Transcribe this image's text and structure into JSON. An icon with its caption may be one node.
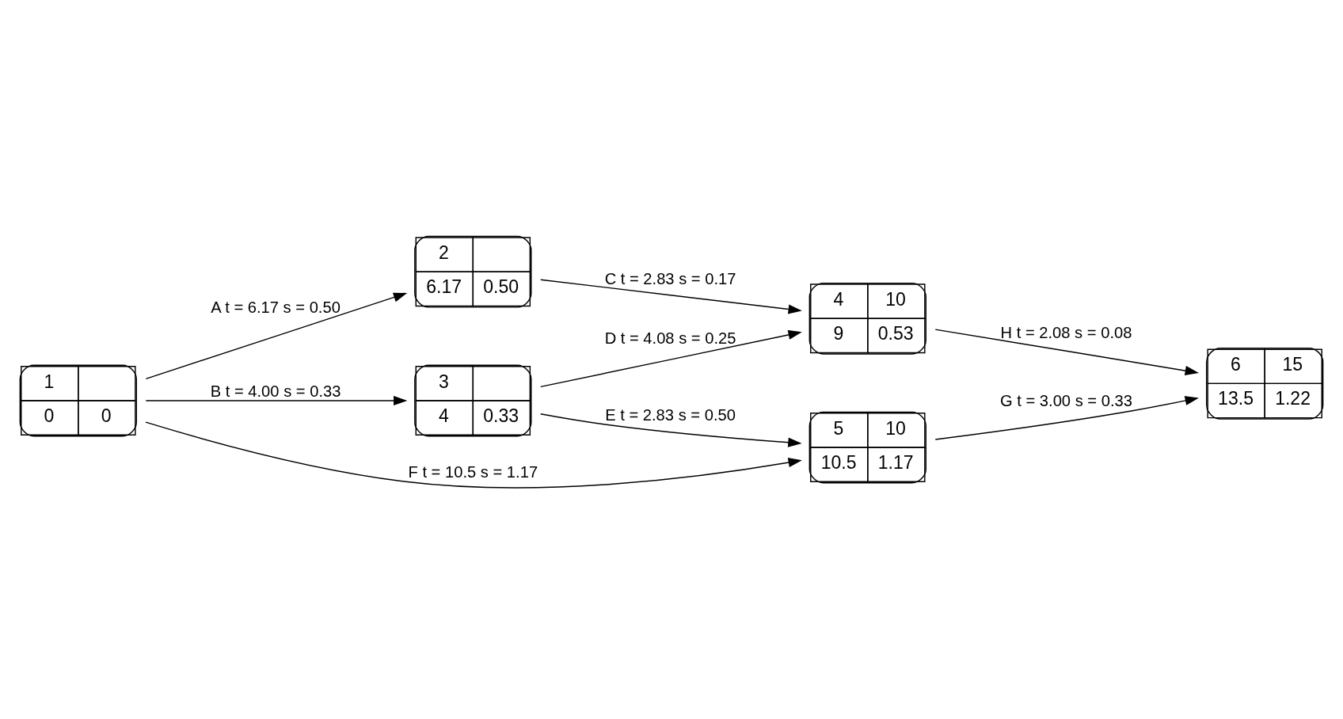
{
  "diagram": {
    "nodes": [
      {
        "text": [
          "1",
          "0",
          "0"
        ]
      },
      {
        "text": [
          "2",
          "6.17",
          "0.50"
        ]
      },
      {
        "text": [
          "3",
          "4",
          "0.33"
        ]
      },
      {
        "text": [
          "4",
          "10",
          "9",
          "0.53"
        ]
      },
      {
        "text": [
          "5",
          "10",
          "10.5",
          "1.17"
        ]
      },
      {
        "text": [
          "6",
          "15",
          "13.5",
          "1.22"
        ]
      }
    ],
    "edges": [
      {
        "from": 0,
        "to": 1,
        "arrow": "to",
        "label": "A t = 6.17 s = 0.50"
      },
      {
        "from": 0,
        "to": 2,
        "arrow": "to",
        "label": "B t = 4.00 s = 0.33"
      },
      {
        "from": 0,
        "to": 4,
        "arrow": "to",
        "label": "F t = 10.5 s = 1.17"
      },
      {
        "from": 1,
        "to": 3,
        "arrow": "to",
        "label": "C t = 2.83 s = 0.17"
      },
      {
        "from": 2,
        "to": 3,
        "arrow": "to",
        "label": "D t = 4.08 s = 0.25"
      },
      {
        "from": 2,
        "to": 4,
        "arrow": "to",
        "label": "E t = 2.83 s = 0.50"
      },
      {
        "from": 3,
        "to": 5,
        "arrow": "to",
        "label": "H t = 2.08 s = 0.08"
      },
      {
        "from": 4,
        "to": 5,
        "arrow": "to",
        "label": "G t = 3.00 s = 0.33"
      }
    ]
  }
}
